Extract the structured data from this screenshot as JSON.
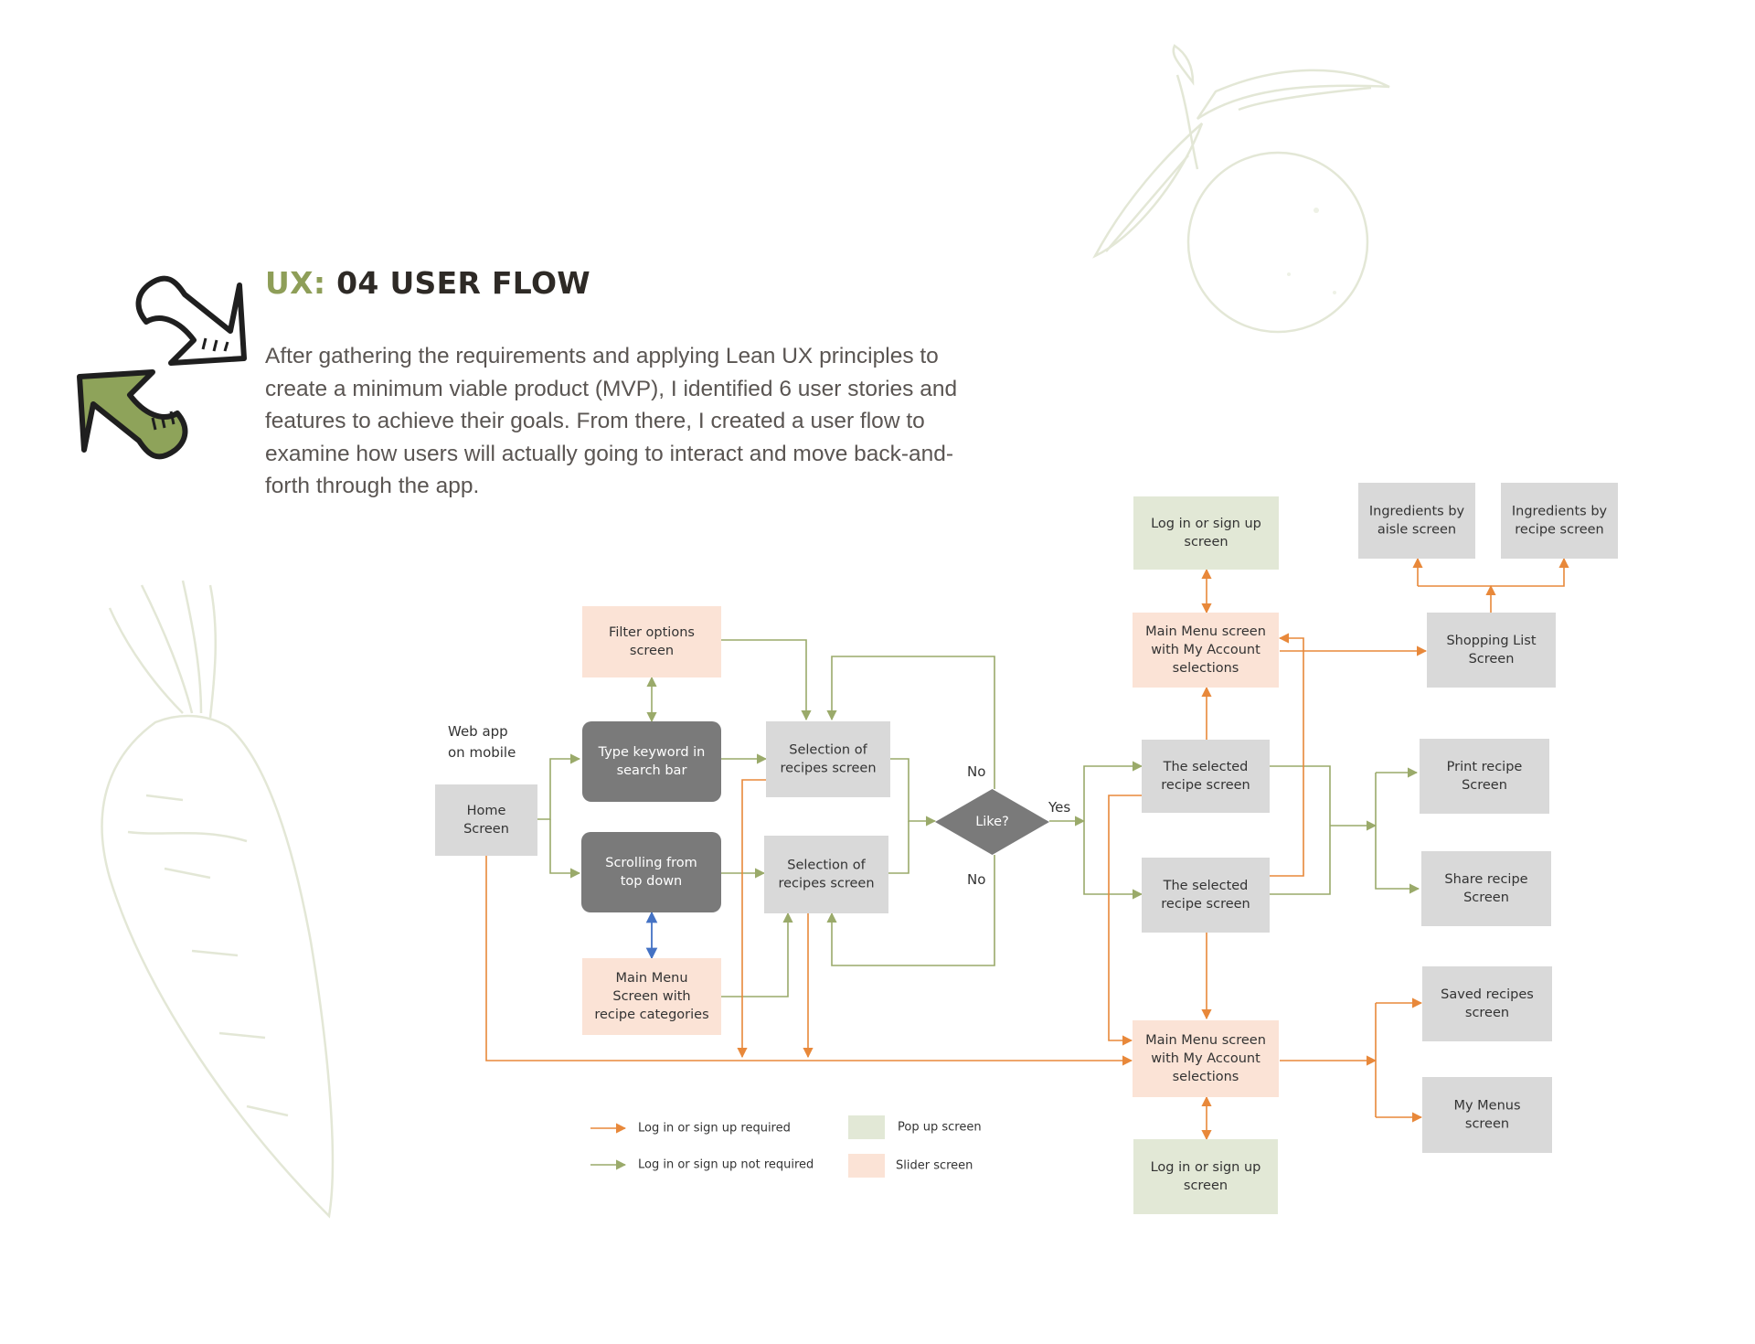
{
  "header": {
    "accent": "UX:",
    "title": "04 USER FLOW"
  },
  "intro": {
    "paragraph": "After gathering the requirements and applying Lean UX principles to create a minimum viable product (MVP), I identified 6 user stories and features to achieve their goals. From there, I created a user flow to examine how users will actually going to interact and move back-and-forth through the app."
  },
  "colors": {
    "accent_green": "#8e9e58",
    "title_dark": "#2e2a26",
    "body_text": "#5a5552",
    "box_gray": "#d9d9d9",
    "box_dark": "#7a7a7a",
    "box_slider": "#fbe3d6",
    "box_popup": "#e2e8d6",
    "arrow_orange": "#e8883a",
    "arrow_green": "#9aaa6a",
    "arrow_blue": "#4472c4"
  },
  "icons": [
    "double-arrow-icon",
    "orange-fruit-illustration",
    "carrot-illustration"
  ],
  "flow": {
    "context_label": [
      "Web app",
      "on mobile"
    ],
    "nodes": {
      "home": [
        "Home",
        "Screen"
      ],
      "type_keyword": [
        "Type keyword in",
        "search bar"
      ],
      "scrolling": [
        "Scrolling from",
        "top down"
      ],
      "filter_options": [
        "Filter options",
        "screen"
      ],
      "main_menu_categories": [
        "Main Menu",
        "Screen with",
        "recipe categories"
      ],
      "selection_top": [
        "Selection of",
        "recipes screen"
      ],
      "selection_bottom": [
        "Selection of",
        "recipes screen"
      ],
      "like": [
        "Like?"
      ],
      "selected_top": [
        "The selected",
        "recipe screen"
      ],
      "selected_bottom": [
        "The selected",
        "recipe screen"
      ],
      "login_top": [
        "Log in or sign up",
        "screen"
      ],
      "main_menu_account_top": [
        "Main Menu screen",
        "with My Account",
        "selections"
      ],
      "main_menu_account_bottom": [
        "Main Menu screen",
        "with My Account",
        "selections"
      ],
      "login_bottom": [
        "Log in or sign up",
        "screen"
      ],
      "ingredients_aisle": [
        "Ingredients by",
        "aisle screen"
      ],
      "ingredients_recipe": [
        "Ingredients by",
        "recipe screen"
      ],
      "shopping_list": [
        "Shopping List",
        "Screen"
      ],
      "print_recipe": [
        "Print recipe",
        "Screen"
      ],
      "share_recipe": [
        "Share recipe",
        "Screen"
      ],
      "saved_recipes": [
        "Saved recipes",
        "screen"
      ],
      "my_menus": [
        "My Menus",
        "screen"
      ]
    },
    "decision_labels": {
      "no_top": "No",
      "no_bottom": "No",
      "yes": "Yes"
    }
  },
  "legend": {
    "login_required": "Log in or sign up required",
    "login_not_required": "Log in or sign up not required",
    "popup": "Pop up screen",
    "slider": "Slider screen"
  }
}
